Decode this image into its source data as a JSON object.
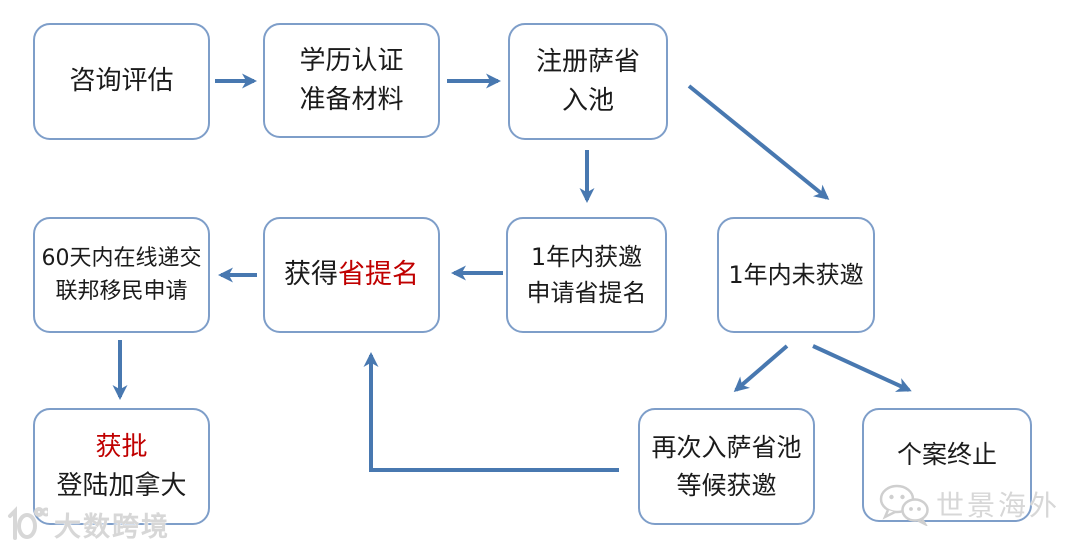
{
  "diagram": {
    "type": "flowchart",
    "background": "#ffffff",
    "arrow_color": "#4878b0",
    "box_border_color": "#7e9ec9",
    "highlight_red": "#c00000",
    "text_color": "#1b1b1b"
  },
  "nodes": {
    "consult": {
      "label": "咨询评估"
    },
    "credential": {
      "line1": "学历认证",
      "line2": "准备材料"
    },
    "register": {
      "line1": "注册萨省",
      "line2": "入池"
    },
    "invited": {
      "line1": "1年内获邀",
      "line2": "申请省提名"
    },
    "not_invited": {
      "label": "1年内未获邀"
    },
    "nomination": {
      "prefix": "获得",
      "highlight": "省提名"
    },
    "submit": {
      "line1": "60天内在线递交",
      "line2": "联邦移民申请"
    },
    "approved": {
      "highlight": "获批",
      "line2": "登陆加拿大"
    },
    "reenter": {
      "line1": "再次入萨省池",
      "line2": "等候获邀"
    },
    "terminated": {
      "label": "个案终止"
    }
  },
  "edges": [
    {
      "from": "consult",
      "to": "credential"
    },
    {
      "from": "credential",
      "to": "register"
    },
    {
      "from": "register",
      "to": "invited"
    },
    {
      "from": "register",
      "to": "not_invited"
    },
    {
      "from": "invited",
      "to": "nomination"
    },
    {
      "from": "nomination",
      "to": "submit"
    },
    {
      "from": "submit",
      "to": "approved"
    },
    {
      "from": "not_invited",
      "to": "reenter"
    },
    {
      "from": "not_invited",
      "to": "terminated"
    },
    {
      "from": "reenter",
      "to": "nomination"
    }
  ],
  "watermarks": {
    "left": "大数跨境",
    "right": "世景海外"
  }
}
